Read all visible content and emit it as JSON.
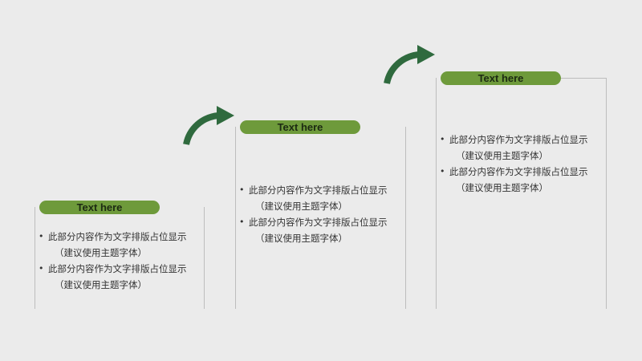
{
  "colors": {
    "accent": "#6e9a3b",
    "arrow": "#2f6a3e",
    "background": "#ebebeb"
  },
  "steps": [
    {
      "title": "Text here",
      "items": [
        {
          "line1": "此部分内容作为文字排版占位显示",
          "line2": "（建议使用主题字体）"
        },
        {
          "line1": "此部分内容作为文字排版占位显示",
          "line2": "（建议使用主题字体）"
        }
      ]
    },
    {
      "title": "Text here",
      "items": [
        {
          "line1": "此部分内容作为文字排版占位显示",
          "line2": "（建议使用主题字体）"
        },
        {
          "line1": "此部分内容作为文字排版占位显示",
          "line2": "（建议使用主题字体）"
        }
      ]
    },
    {
      "title": "Text here",
      "items": [
        {
          "line1": "此部分内容作为文字排版占位显示",
          "line2": "（建议使用主题字体）"
        },
        {
          "line1": "此部分内容作为文字排版占位显示",
          "line2": "（建议使用主题字体）"
        }
      ]
    }
  ],
  "arrows": [
    {
      "icon": "curved-arrow-icon"
    },
    {
      "icon": "curved-arrow-icon"
    }
  ]
}
